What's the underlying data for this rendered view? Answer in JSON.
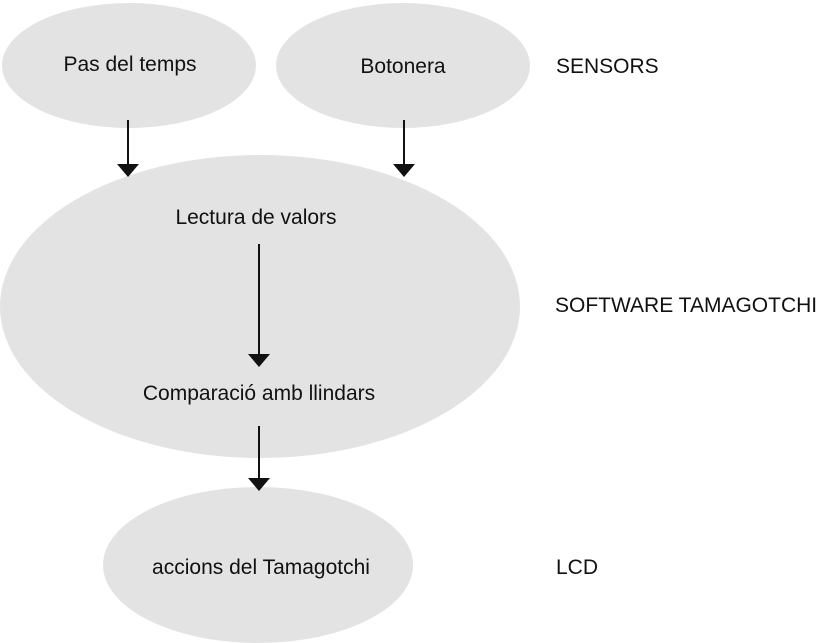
{
  "nodes": {
    "pas_del_temps": "Pas del temps",
    "botonera": "Botonera",
    "lectura_de_valors": "Lectura de valors",
    "comparacio": "Comparació amb llindars",
    "accions": "accions del Tamagotchi"
  },
  "layers": {
    "sensors": "SENSORS",
    "software": "SOFTWARE TAMAGOTCHI",
    "lcd": "LCD"
  },
  "colors": {
    "ellipse_fill": "#e3e3e3",
    "arrow": "#111111",
    "text": "#111111"
  }
}
